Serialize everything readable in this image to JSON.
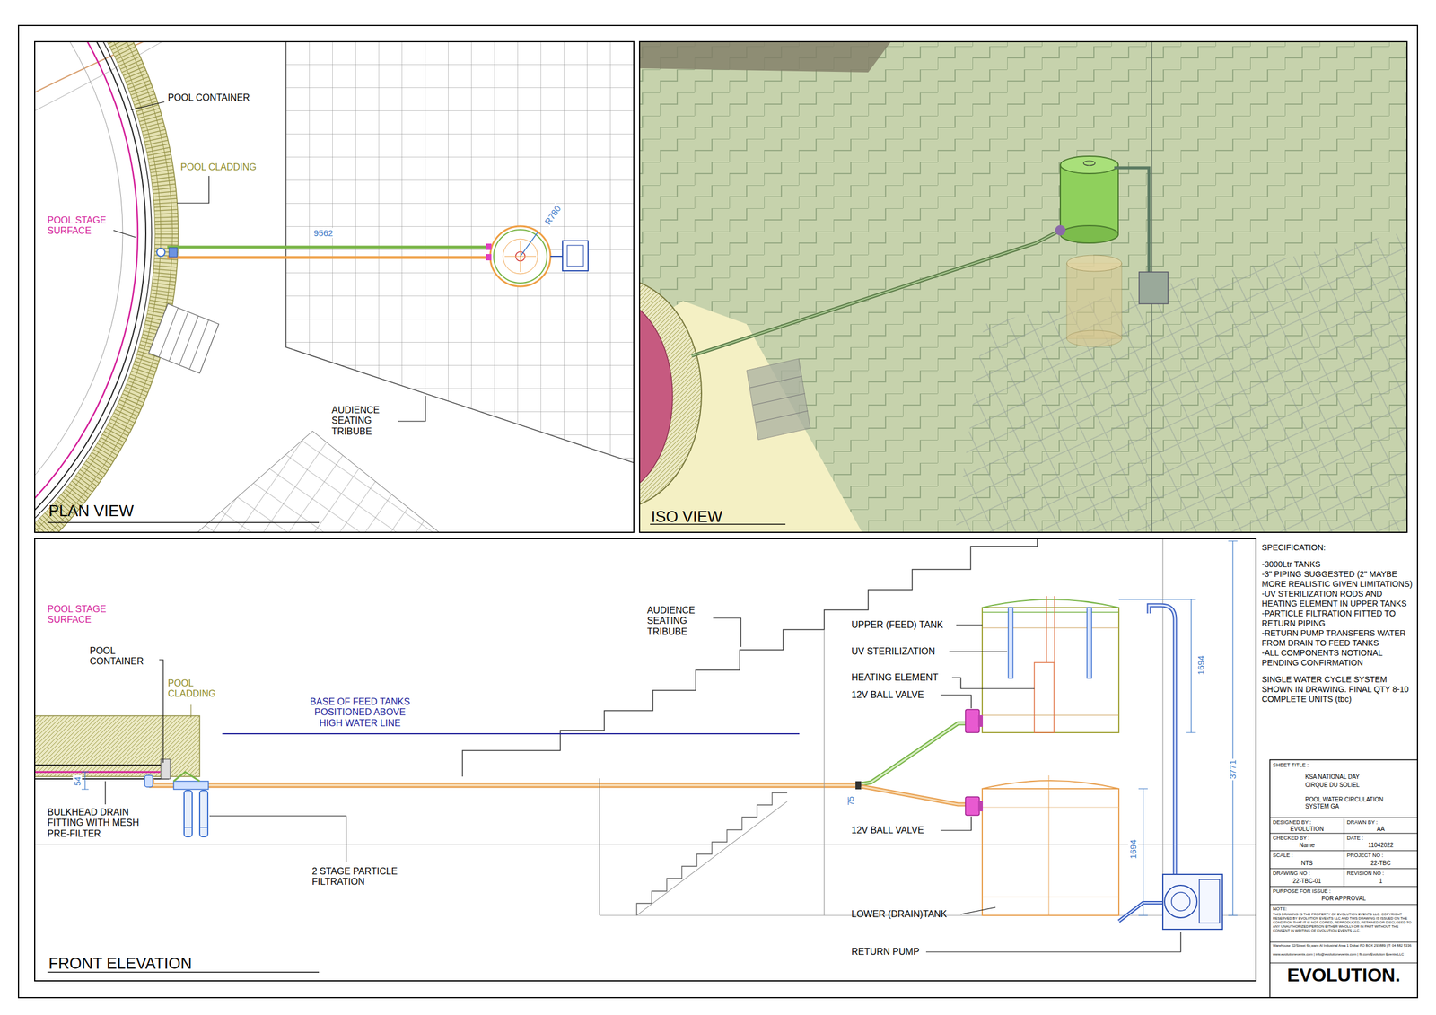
{
  "diagram": {
    "nodes": [
      {
        "text": [
          "PLAN VIEW"
        ]
      },
      {
        "text": [
          "ISO VIEW"
        ]
      },
      {
        "text": [
          "FRONT ELEVATION"
        ]
      }
    ],
    "labels": [
      "POOL CONTAINER",
      "POOL CLADDING",
      "POOL STAGE SURFACE",
      "9562",
      "R780",
      "AUDIENCE SEATING TRIBUBE",
      "POOL STAGE SURFACE",
      "POOL CONTAINER",
      "POOL CLADDING",
      "AUDIENCE SEATING TRIBUBE",
      "BASE OF FEED TANKS POSITIONED ABOVE HIGH WATER LINE",
      "54",
      "BULKHEAD DRAIN FITTING WITH MESH PRE-FILTER",
      "2 STAGE PARTICLE FILTRATION",
      "75",
      "UPPER (FEED) TANK",
      "UV STERILIZATION",
      "HEATING ELEMENT",
      "12V BALL VALVE",
      "12V BALL VALVE",
      "LOWER (DRAIN)TANK",
      "RETURN PUMP",
      "1694",
      "3771",
      "1694",
      "SPECIFICATION:",
      "-3000Ltr TANKS",
      "-3\" PIPING SUGGESTED (2\" MAYBE MORE REALISTIC GIVEN LIMITATIONS)",
      "-UV STERILIZATION RODS AND HEATING ELEMENT IN UPPER TANKS",
      "-PARTICLE FILTRATION FITTED TO RETURN PIPING",
      "-RETURN PUMP TRANSFERS WATER FROM DRAIN TO FEED TANKS",
      "-ALL COMPONENTS NOTIONAL PENDING CONFIRMATION",
      "SINGLE WATER CYCLE SYSTEM SHOWN IN DRAWING. FINAL QTY 8-10 COMPLETE UNITS (tbc)",
      "SHEET TITLE :",
      "KSA NATIONAL DAY",
      "CIRQUE DU SOLIEL",
      "POOL WATER CIRCULATION SYSTEM GA",
      "DESIGNED BY :",
      "DRAWN BY :",
      "EVOLUTION",
      "AA",
      "CHECKED BY :",
      "DATE :",
      "Name",
      "11042022",
      "SCALE :",
      "PROJECT NO :",
      "NTS",
      "22-TBC",
      "DRAWING NO :",
      "REVISION NO :",
      "22-TBC-01",
      "1",
      "PURPOSE FOR ISSUE :",
      "FOR APPROVAL",
      "NOTE:",
      "THIS DRAWING IS THE PROPERTY OF EVOLUTION EVENTS LLC. COPYRIGHT RESERVED BY EVOLUTION EVENTS LLC AND THIS DRAWING IS ISSUED ON THE CONDITION THAT IT IS NOT COPIED, REPRODUCED, RETAINED OR DISCLOSED TO ANY UNAUTHORIZED PERSON EITHER WHOLLY OR IN PART WITHOUT THE CONSENT IN WRITING OF EVOLUTION EVENTS LLC.",
      "Warehouse 22/Street 6b,ware Al Industrial Area 1 Dubai PO BOX 293889 | T: 04 882 5336",
      "www.evolutionevents.com | info@evolutionevents.com | fb.com/Evolution Events LLC",
      "EVOLUTION."
    ]
  }
}
